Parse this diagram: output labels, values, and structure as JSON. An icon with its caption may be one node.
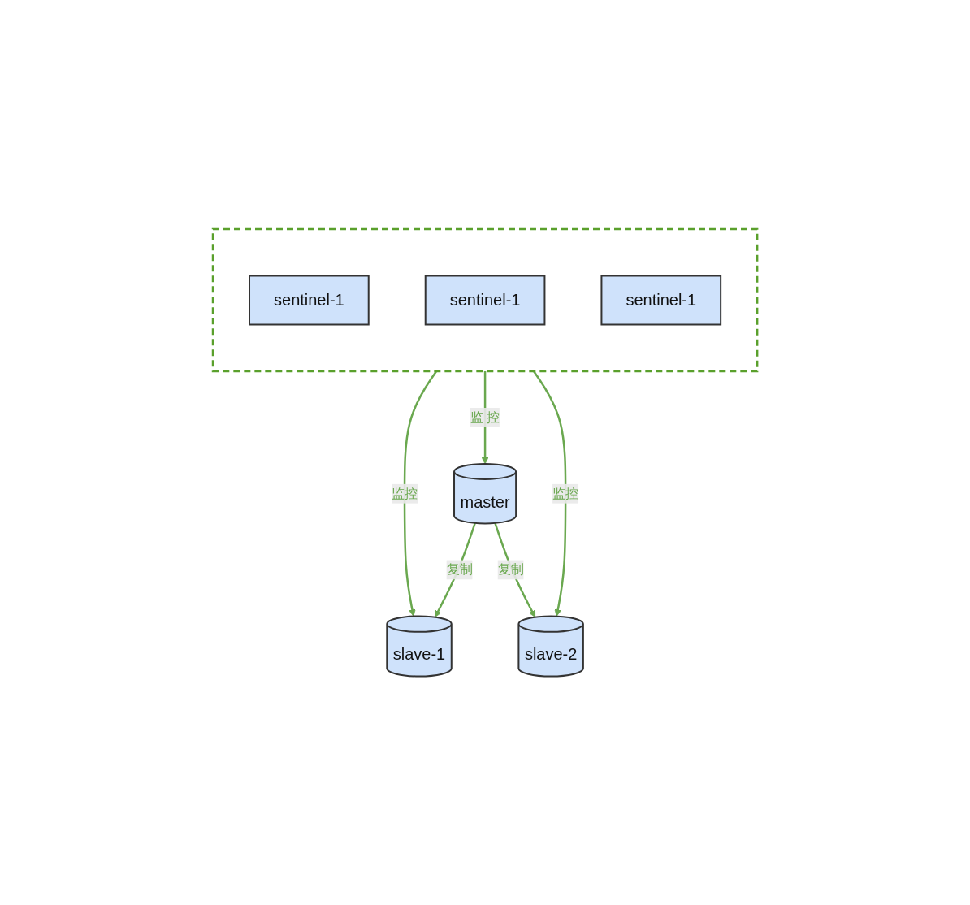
{
  "diagram": {
    "nodes": [
      {
        "text": [],
        "shape": "box"
      },
      {
        "text": [
          "sentinel-1"
        ],
        "in": 0
      },
      {
        "text": [
          "sentinel-1"
        ],
        "in": 0
      },
      {
        "text": [
          "sentinel-1"
        ],
        "in": 0
      },
      {
        "text": [
          "master"
        ]
      },
      {
        "text": [
          "slave-1"
        ]
      },
      {
        "text": [
          "slave-2"
        ]
      }
    ],
    "edges": [
      {
        "from": 0,
        "to": 5,
        "arrow": "to",
        "label": "监控"
      },
      {
        "from": 0,
        "to": 4,
        "arrow": "to",
        "label": "监 控"
      },
      {
        "from": 0,
        "to": 6,
        "arrow": "to",
        "label": "监控"
      },
      {
        "from": 4,
        "to": 5,
        "arrow": "to",
        "label": "复制"
      },
      {
        "from": 4,
        "to": 6,
        "arrow": "to",
        "label": "复制"
      }
    ]
  }
}
